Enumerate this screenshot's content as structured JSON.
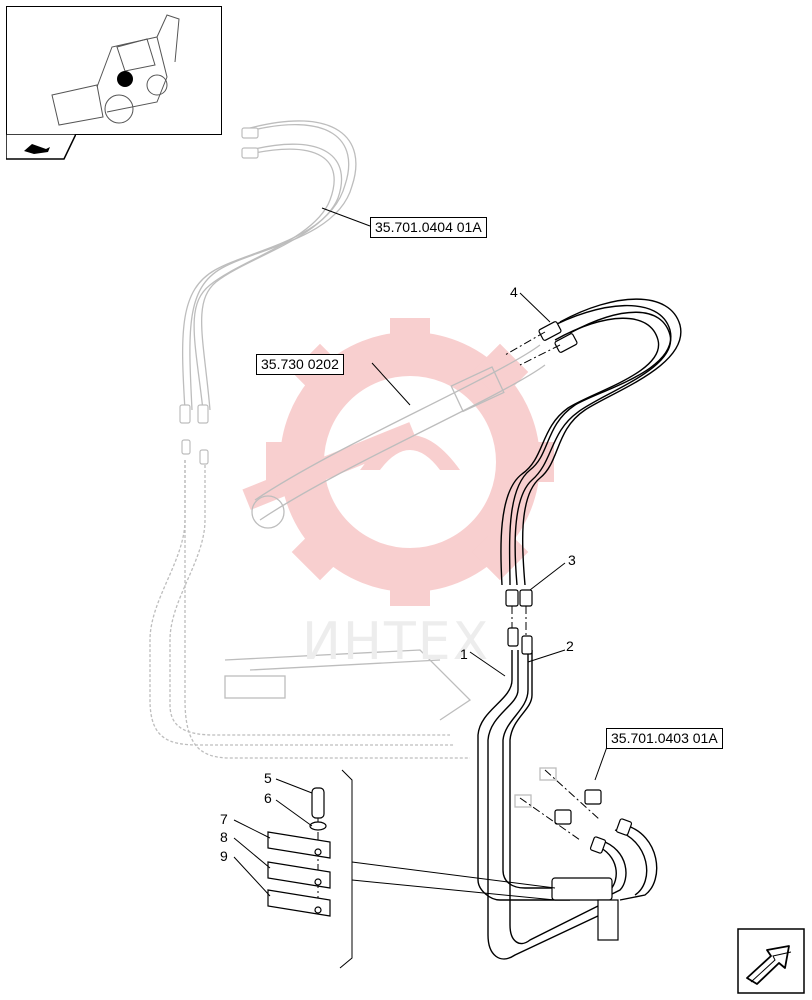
{
  "callouts": {
    "ref_hoses_upper": "35.701.0404 01A",
    "ref_valve": "35.730 0202",
    "ref_hoses_lower": "35.701.0403 01A"
  },
  "item_numbers": {
    "n1": "1",
    "n2": "2",
    "n3": "3",
    "n4": "4",
    "n5": "5",
    "n6": "6",
    "n7": "7",
    "n8": "8",
    "n9": "9"
  },
  "watermark": {
    "text": "ИНТЕХ"
  },
  "colors": {
    "line": "#000000",
    "ghost_line": "#bdbdbd",
    "watermark_red": "#f4a8a8",
    "thumbnail_dot": "#000000"
  },
  "icons": {
    "thumbnail": "backhoe-loader-icon",
    "tag": "view-tag-icon",
    "nav": "next-page-arrow-icon"
  }
}
